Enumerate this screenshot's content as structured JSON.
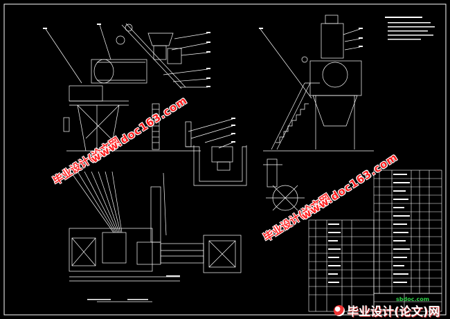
{
  "drawing": {
    "background": "#000000",
    "line_color": "#ffffff",
    "views": [
      "front-view",
      "side-view",
      "plan-view",
      "detail-view",
      "parts-list",
      "title-block"
    ]
  },
  "watermarks": {
    "cn_text": "毕业设计(论文网",
    "url_text": "www.doc163.com",
    "color": "#ff2d2d"
  },
  "logo": {
    "site": "sbdoc.com",
    "text": "毕业设计(论文)网"
  }
}
